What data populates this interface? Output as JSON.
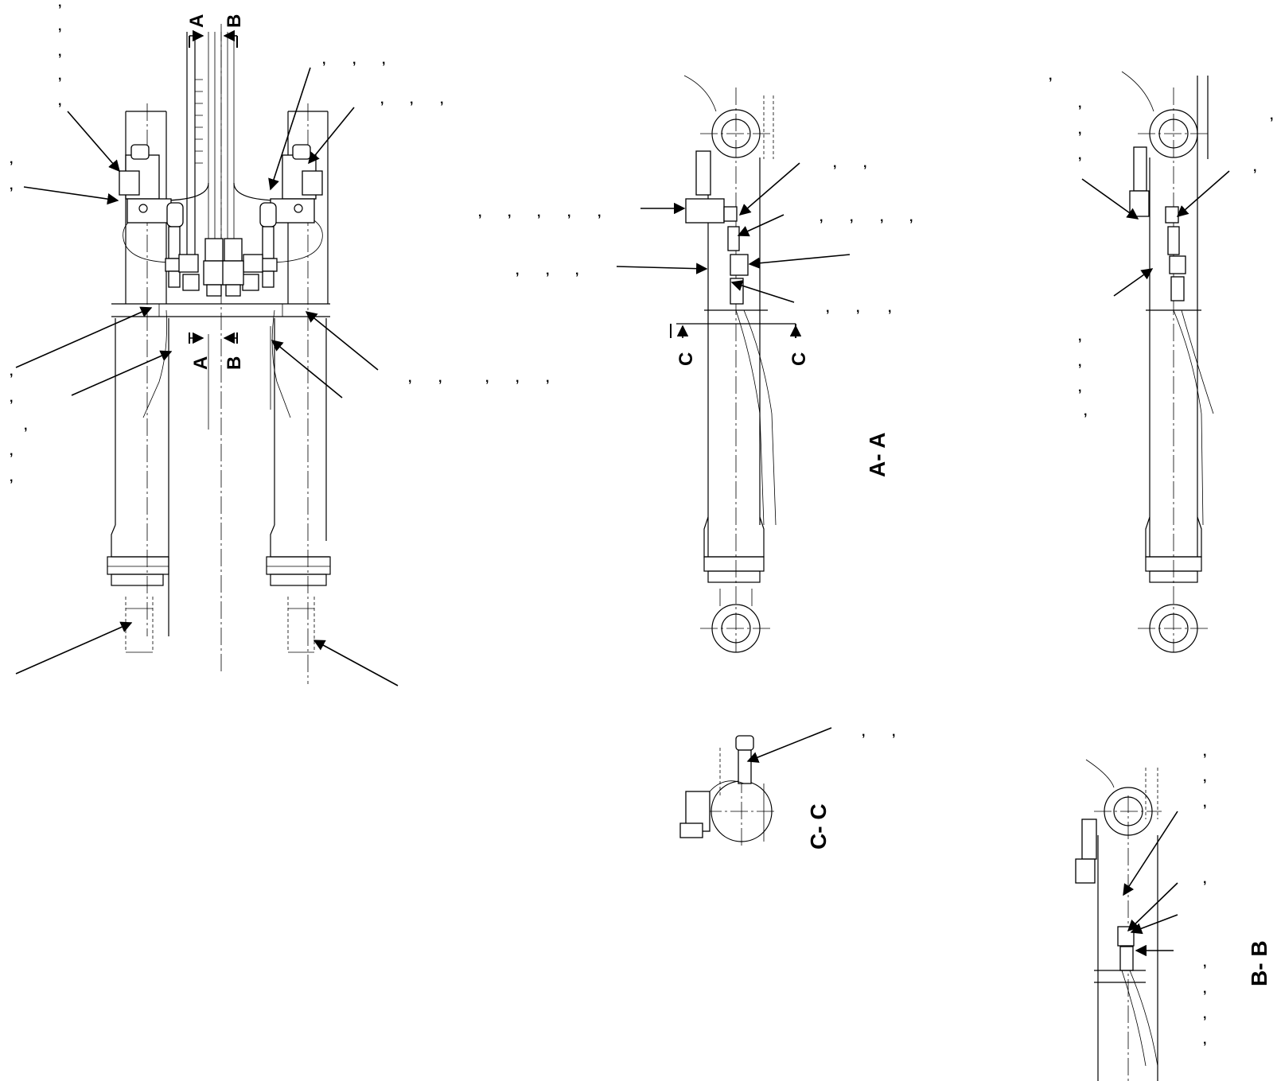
{
  "section_marks": {
    "a": "A",
    "b": "B",
    "c": "C"
  },
  "view_titles": {
    "a_a": "A- A",
    "b_b": "B- B",
    "c_c": "C- C"
  },
  "callout_marks": {
    "comma": ","
  }
}
